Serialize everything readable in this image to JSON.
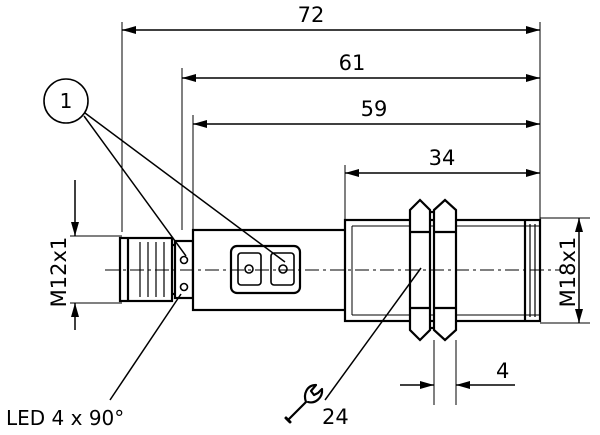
{
  "dimensions": {
    "overall_length": "72",
    "length_to_housing": "61",
    "length_to_body": "59",
    "thread_length": "34",
    "nut_width": "4",
    "connector_thread": "M12x1",
    "housing_thread": "M18x1"
  },
  "callouts": {
    "marker": "1",
    "led_label": "LED 4 x 90°",
    "wrench_size": "24"
  },
  "icons": {
    "wrench": "wrench-icon"
  }
}
